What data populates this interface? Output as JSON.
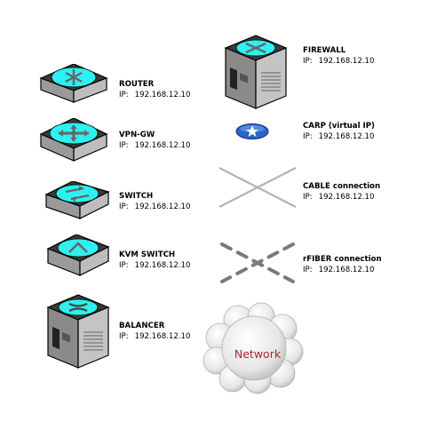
{
  "colors": {
    "cyan": "#2ef0f0",
    "device_top": "#3a3a3a",
    "device_side": "#a8a8a8",
    "cable": "#b3b3b3",
    "carp_blue": "#2b63c7",
    "cloud_text": "#a52a2a"
  },
  "items": [
    {
      "id": "router",
      "name": "ROUTER",
      "ip_prefix": "IP:",
      "ip": "192.168.12.10",
      "icon": "router-icon"
    },
    {
      "id": "vpn-gw",
      "name": "VPN-GW",
      "ip_prefix": "IP:",
      "ip": "192.168.12.10",
      "icon": "vpn-gateway-icon"
    },
    {
      "id": "switch",
      "name": "SWITCH",
      "ip_prefix": "IP:",
      "ip": "192.168.12.10",
      "icon": "switch-icon"
    },
    {
      "id": "kvm-switch",
      "name": "KVM SWITCH",
      "ip_prefix": "IP:",
      "ip": "192.168.12.10",
      "icon": "kvm-switch-icon"
    },
    {
      "id": "balancer",
      "name": "BALANCER",
      "ip_prefix": "IP:",
      "ip": "192.168.12.10",
      "icon": "load-balancer-icon"
    },
    {
      "id": "firewall",
      "name": "FIREWALL",
      "ip_prefix": "IP:",
      "ip": "192.168.12.10",
      "icon": "firewall-icon"
    },
    {
      "id": "carp",
      "name": "CARP (virtual IP)",
      "ip_prefix": "IP:",
      "ip": "192.168.12.10",
      "icon": "carp-star-icon"
    },
    {
      "id": "cable",
      "name": "CABLE connection",
      "ip_prefix": "IP:",
      "ip": "192.168.12.10",
      "icon": "cable-cross-icon"
    },
    {
      "id": "fiber",
      "name": "rFIBER connection",
      "ip_prefix": "IP:",
      "ip": "192.168.12.10",
      "icon": "fiber-dashed-cross-icon"
    }
  ],
  "network": {
    "label": "Network",
    "icon": "network-cloud-icon"
  }
}
